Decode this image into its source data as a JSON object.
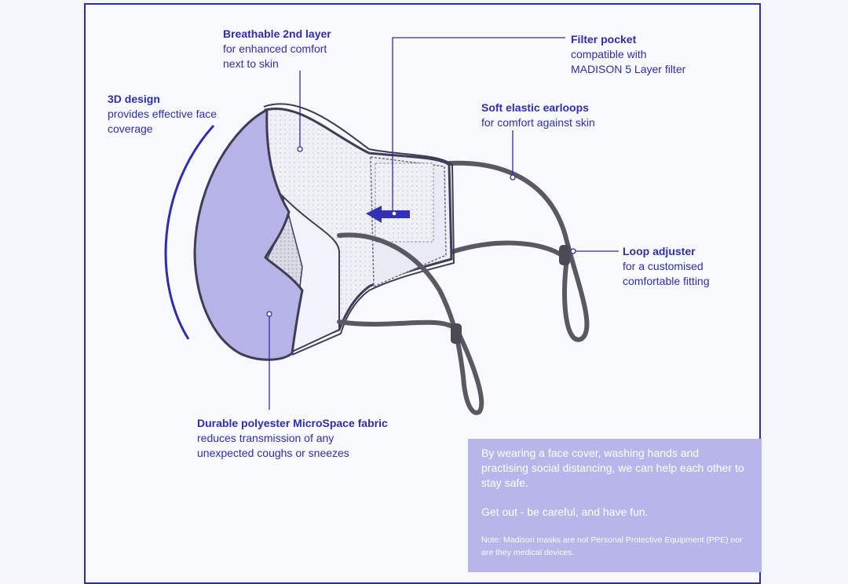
{
  "callouts": {
    "breathable": {
      "title": "Breathable 2nd layer",
      "desc": "for enhanced comfort\nnext to skin"
    },
    "design3d": {
      "title": "3D design",
      "desc": "provides effective face\ncoverage"
    },
    "filter": {
      "title": "Filter pocket",
      "desc": "compatible with\nMADISON 5 Layer filter"
    },
    "earloops": {
      "title": "Soft elastic earloops",
      "desc": "for comfort against skin"
    },
    "adjuster": {
      "title": "Loop adjuster",
      "desc": "for a customised\ncomfortable fitting"
    },
    "fabric": {
      "title": "Durable polyester MicroSpace fabric",
      "desc": "reduces transmission of any\nunexpected coughs or sneezes"
    }
  },
  "message": {
    "paragraph1": "By wearing a face cover, washing hands and practising social distancing, we can help each other to stay safe.",
    "paragraph2": "Get out - be careful,  and have fun.",
    "note": "Note:  Madison masks are not Personal Protective Equipment (PPE) nor are they medical devices."
  },
  "colors": {
    "accent": "#2f2cb0",
    "mask_outer": "#b6b4e6",
    "panel": "#b7b5ea",
    "loop": "#5a5862"
  }
}
